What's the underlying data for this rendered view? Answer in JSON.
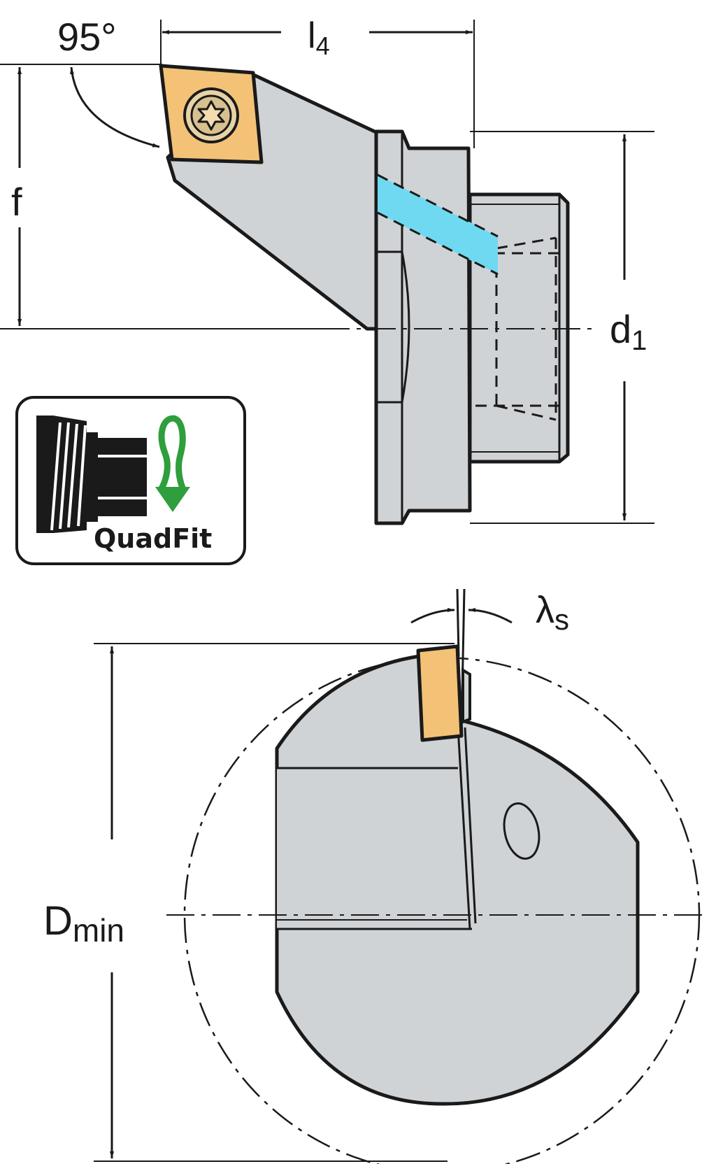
{
  "dimensions": {
    "angle_95": "95°",
    "l4_main": "l",
    "l4_sub": "4",
    "f": "f",
    "d1_main": "d",
    "d1_sub": "1",
    "dmin_main": "D",
    "dmin_sub": "min",
    "lambda_main": "λ",
    "lambda_sub": "s"
  },
  "badge": {
    "label": "QuadFit"
  },
  "colors": {
    "body": "#d0d3d6",
    "insert": "#f3c277",
    "coolant": "#6fd9f1",
    "arrow_green": "#2f9e3c",
    "outline": "#1a1a1a"
  }
}
